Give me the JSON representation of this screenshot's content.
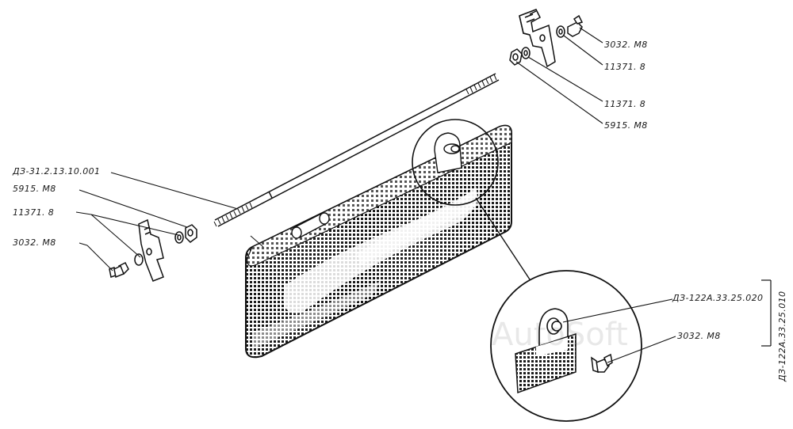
{
  "watermark": "AutoSoft",
  "labels": {
    "top_nut": "3032. M8",
    "top_washer": "11371. 8",
    "top_washer2": "11371. 8",
    "top_nut2": "5915. M8",
    "rod": "ДЗ-31.2.13.10.001",
    "left_nut": "5915. M8",
    "left_washer": "11371. 8",
    "left_wingnut": "3032. M8",
    "detail_bracket": "ДЗ-122А.33.25.020",
    "detail_wingnut": "3032. M8",
    "assembly": "ДЗ-122А.33.25.010"
  }
}
